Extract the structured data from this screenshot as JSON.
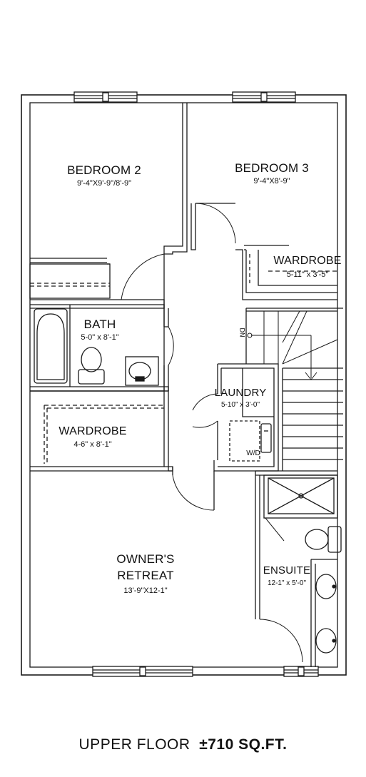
{
  "rooms": {
    "bedroom2": {
      "name": "BEDROOM 2",
      "dims": "9'-4\"X9'-9\"/8'-9\""
    },
    "bedroom3": {
      "name": "BEDROOM 3",
      "dims": "9'-4\"X8'-9\""
    },
    "wardrobe_b3": {
      "name": "WARDROBE",
      "dims": "5-11\" x 3'-5\""
    },
    "bath": {
      "name": "BATH",
      "dims": "5-0\" x 8'-1\""
    },
    "laundry": {
      "name": "LAUNDRY",
      "dims": "5-10\" x 3'-0\""
    },
    "wd": {
      "name": "W/D"
    },
    "wardrobe_main": {
      "name": "WARDROBE",
      "dims": "4-6\" x 8'-1\""
    },
    "owners_retreat": {
      "name_line1": "OWNER'S",
      "name_line2": "RETREAT",
      "dims": "13'-9\"X12-1\""
    },
    "ensuite": {
      "name": "ENSUITE",
      "dims": "12-1\" x 5'-0\""
    }
  },
  "stairs": {
    "label": "DN"
  },
  "footer": {
    "floor": "UPPER FLOOR",
    "area": "±710 SQ.FT."
  },
  "colors": {
    "wall": "#1a1a1a",
    "background": "#ffffff"
  }
}
